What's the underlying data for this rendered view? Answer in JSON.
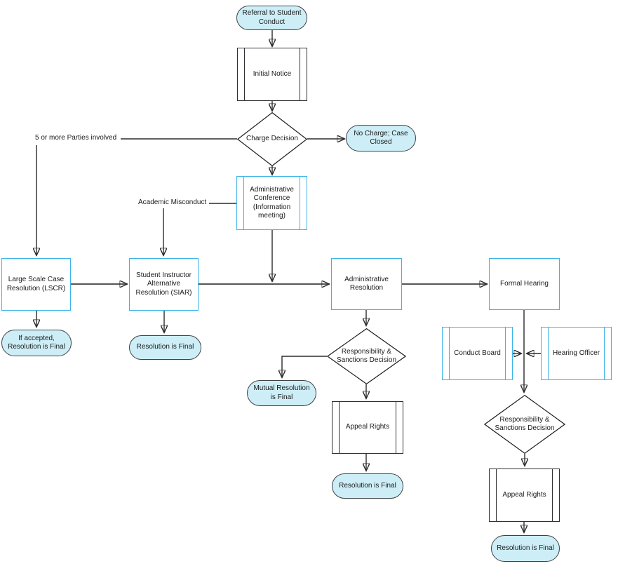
{
  "diagram": {
    "nodes": {
      "referral": {
        "label": "Referral to Student Conduct",
        "shape": "terminator"
      },
      "initial_notice": {
        "label": "Initial Notice",
        "shape": "subprocess"
      },
      "charge_decision": {
        "label": "Charge Decision",
        "shape": "decision"
      },
      "no_charge": {
        "label": "No Charge; Case Closed",
        "shape": "terminator"
      },
      "admin_conference": {
        "label": "Administrative Conference (Information meeting)",
        "shape": "subprocess"
      },
      "lscr": {
        "label": "Large Scale Case Resolution (LSCR)",
        "shape": "process"
      },
      "if_accepted": {
        "label": "If accepted, Resolution is Final",
        "shape": "terminator"
      },
      "siar": {
        "label": "Student Instructor Alternative Resolution (SIAR)",
        "shape": "process"
      },
      "siar_final": {
        "label": "Resolution is Final",
        "shape": "terminator"
      },
      "admin_resolution": {
        "label": "Administrative Resolution",
        "shape": "process"
      },
      "formal_hearing": {
        "label": "Formal Hearing",
        "shape": "process"
      },
      "rs_decision_admin": {
        "label": "Responsibility & Sanctions Decision",
        "shape": "decision"
      },
      "mutual_resolution": {
        "label": "Mutual Resolution is Final",
        "shape": "terminator"
      },
      "appeal_rights_admin": {
        "label": "Appeal Rights",
        "shape": "subprocess"
      },
      "appeal_final_admin": {
        "label": "Resolution is Final",
        "shape": "terminator"
      },
      "conduct_board": {
        "label": "Conduct Board",
        "shape": "subprocess"
      },
      "hearing_officer": {
        "label": "Hearing Officer",
        "shape": "subprocess"
      },
      "rs_decision_formal": {
        "label": "Responsibility & Sanctions Decision",
        "shape": "decision"
      },
      "appeal_rights_formal": {
        "label": "Appeal Rights",
        "shape": "subprocess"
      },
      "appeal_final_formal": {
        "label": "Resolution is Final",
        "shape": "terminator"
      }
    },
    "edge_labels": {
      "five_or_more_parties": "5 or more Parties involved",
      "academic_misconduct": "Academic Misconduct"
    },
    "colors": {
      "process_border": "#3cb4e7",
      "terminal_fill": "#cdeef7",
      "terminal_border": "#3f4245",
      "connector": "#2b2b2b",
      "text": "#1a1a1a"
    }
  }
}
